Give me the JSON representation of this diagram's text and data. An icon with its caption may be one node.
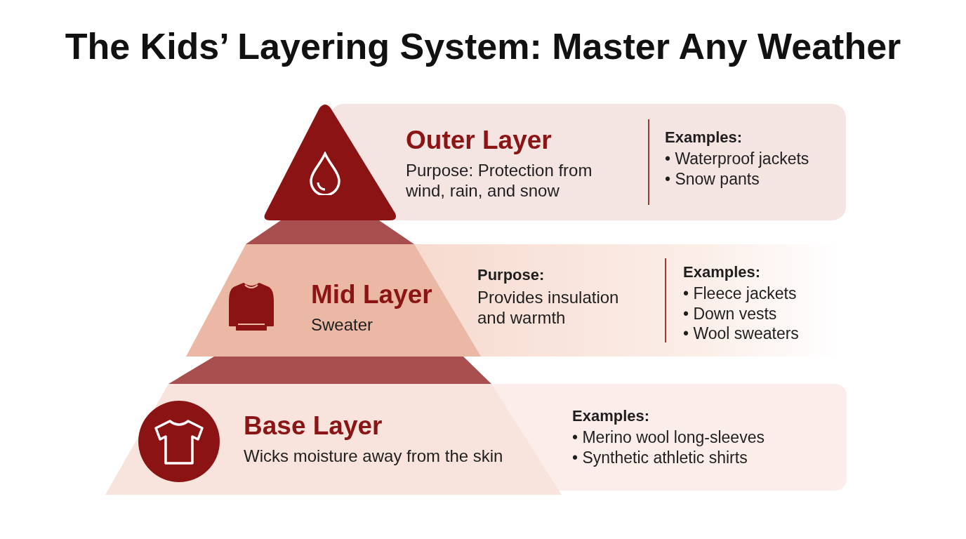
{
  "diagram": {
    "title": "The Kids’ Layering System: Master Any Weather",
    "nodes": [
      {
        "text": [
          "Outer Layer",
          "Purpose: Protection from wind, rain, and snow",
          "Examples:",
          "• Waterproof jackets",
          "• Snow pants"
        ]
      },
      {
        "text": [],
        "shape": "band"
      },
      {
        "text": [
          "Mid Layer",
          "Sweater",
          "Purpose:",
          "Provides insulation and warmth",
          "Examples:",
          "• Fleece jackets",
          "• Down vests",
          "• Wool sweaters"
        ]
      },
      {
        "text": [],
        "shape": "band"
      },
      {
        "text": [
          "Base Layer",
          "Wicks moisture away from the skin",
          "Examples:",
          "• Merino wool long-sleeves",
          "• Synthetic athletic shirts"
        ]
      }
    ],
    "edges": []
  }
}
